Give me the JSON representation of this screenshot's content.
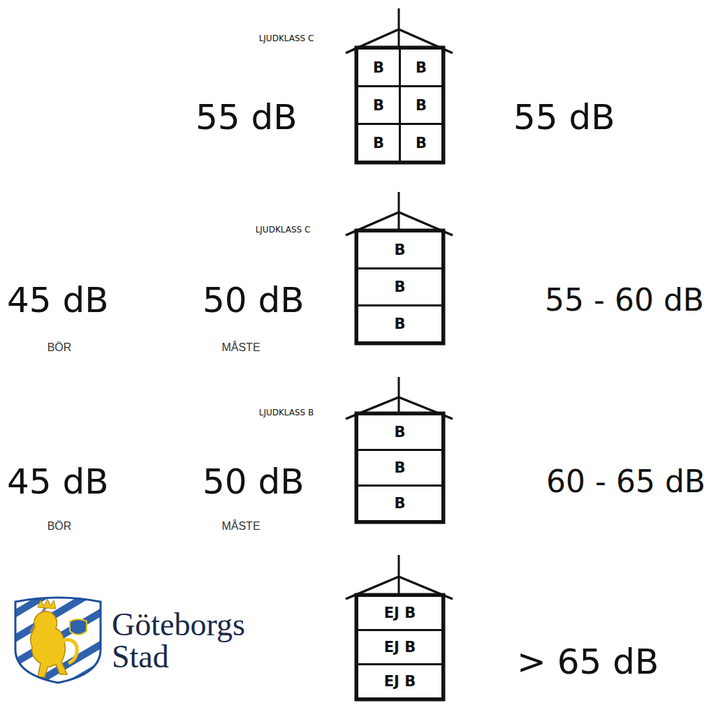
{
  "diagram": {
    "nodes": [
      {
        "text": [
          "B"
        ]
      },
      {
        "text": [
          "B"
        ]
      },
      {
        "text": [
          "B"
        ]
      },
      {
        "text": [
          "B"
        ]
      },
      {
        "text": [
          "B"
        ]
      },
      {
        "text": [
          "B"
        ]
      },
      {
        "text": [
          "B"
        ]
      },
      {
        "text": [
          "B"
        ]
      },
      {
        "text": [
          "B"
        ]
      },
      {
        "text": [
          "B"
        ]
      },
      {
        "text": [
          "B"
        ]
      },
      {
        "text": [
          "B"
        ]
      },
      {
        "text": [
          "EJ B"
        ]
      },
      {
        "text": [
          "EJ B"
        ]
      },
      {
        "text": [
          "EJ B"
        ]
      }
    ],
    "labels": [
      "LJUDKLASS C",
      "55 dB",
      "55 dB",
      "LJUDKLASS C",
      "45 dB",
      "BÖR",
      "50 dB",
      "MÅSTE",
      "55 - 60 dB",
      "LJUDKLASS B",
      "45 dB",
      "BÖR",
      "50 dB",
      "MÅSTE",
      "60 - 65 dB",
      "> 65 dB",
      "Göteborgs Stad"
    ]
  }
}
